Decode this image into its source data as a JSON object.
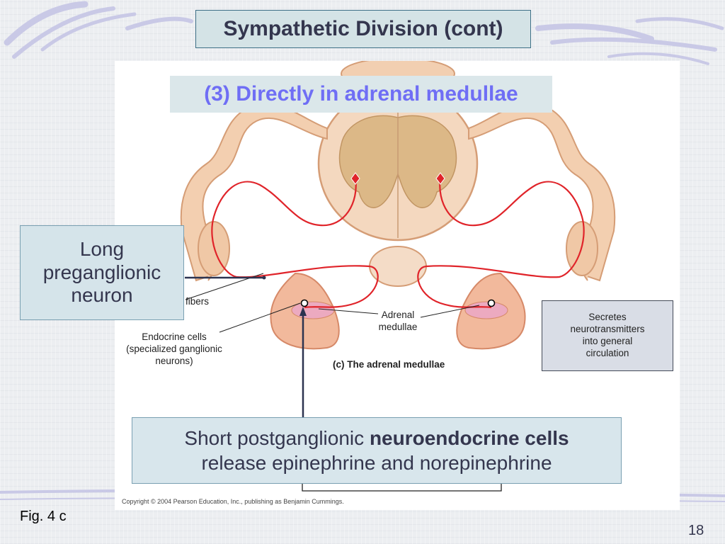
{
  "slide": {
    "title": "Sympathetic Division (cont)",
    "subtitle": "(3) Directly in adrenal medullae",
    "figure_label": "Fig. 4 c",
    "page_number": "18"
  },
  "callouts": {
    "long_neuron_line1": "Long",
    "long_neuron_line2": "preganglionic",
    "long_neuron_line3": "neuron",
    "short_part1": "Short postganglionic ",
    "short_bold": "neuroendocrine cells",
    "short_line2": "release epinephrine and norepinephrine"
  },
  "figure": {
    "fibers_label": "fibers",
    "endocrine_line1": "Endocrine cells",
    "endocrine_line2": "(specialized ganglionic",
    "endocrine_line3": "neurons)",
    "adrenal_line1": "Adrenal",
    "adrenal_line2": "medullae",
    "caption": "(c) The adrenal medullae",
    "secretes_line1": "Secretes",
    "secretes_line2": "neurotransmitters",
    "secretes_line3": "into general",
    "secretes_line4": "circulation",
    "copyright": "Copyright © 2004 Pearson Education, Inc., publishing as Benjamin Cummings."
  },
  "colors": {
    "title_bg": "#d4e3e6",
    "subtitle_text": "#6f6ef5",
    "neuron_red": "#e0242a",
    "tissue_tan": "#f3cfb0"
  }
}
